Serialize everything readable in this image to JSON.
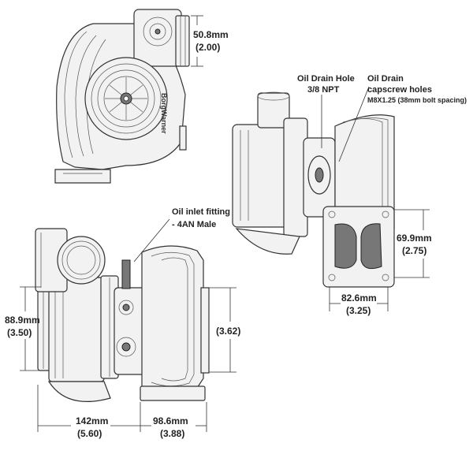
{
  "diagram": {
    "brand_label": "BorgWarner",
    "dimensions": {
      "top_outlet_mm": "50.8mm",
      "top_outlet_in": "(2.00)",
      "height_mm": "88.9mm",
      "height_in": "(3.50)",
      "turbine_height_in": "(3.62)",
      "length_mm": "142mm",
      "length_in": "(5.60)",
      "turbine_width_mm": "98.6mm",
      "turbine_width_in": "(3.88)",
      "flange_height_mm": "69.9mm",
      "flange_height_in": "(2.75)",
      "flange_width_mm": "82.6mm",
      "flange_width_in": "(3.25)"
    },
    "callouts": {
      "oil_drain_hole_title": "Oil Drain Hole",
      "oil_drain_hole_spec": "3/8 NPT",
      "oil_drain_screws_title": "Oil Drain",
      "oil_drain_screws_line2": "capscrew holes",
      "oil_drain_screws_spec": "M8X1.25 (38mm bolt spacing)",
      "oil_inlet_title": "Oil inlet fitting",
      "oil_inlet_spec": "- 4AN Male"
    }
  }
}
